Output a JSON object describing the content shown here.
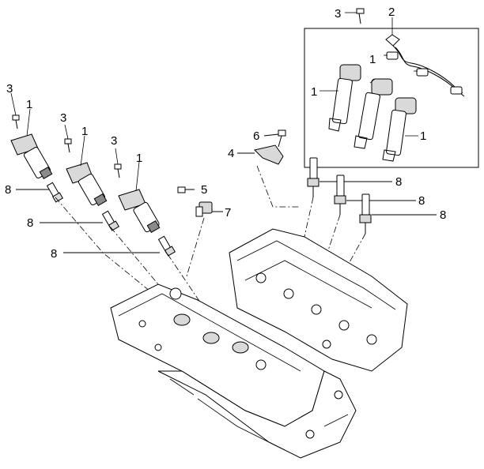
{
  "callouts": {
    "c3_top": "3",
    "c2_top": "2",
    "c1_box_top": "1",
    "c1_box_left": "1",
    "c1_box_right": "1",
    "c3_left_a": "3",
    "c1_left_a": "1",
    "c3_left_b": "3",
    "c1_left_b": "1",
    "c3_left_c": "3",
    "c1_left_c": "1",
    "c6": "6",
    "c4": "4",
    "c5": "5",
    "c7": "7",
    "c8_left_a": "8",
    "c8_left_b": "8",
    "c8_left_c": "8",
    "c8_right_a": "8",
    "c8_right_b": "8",
    "c8_right_c": "8"
  }
}
